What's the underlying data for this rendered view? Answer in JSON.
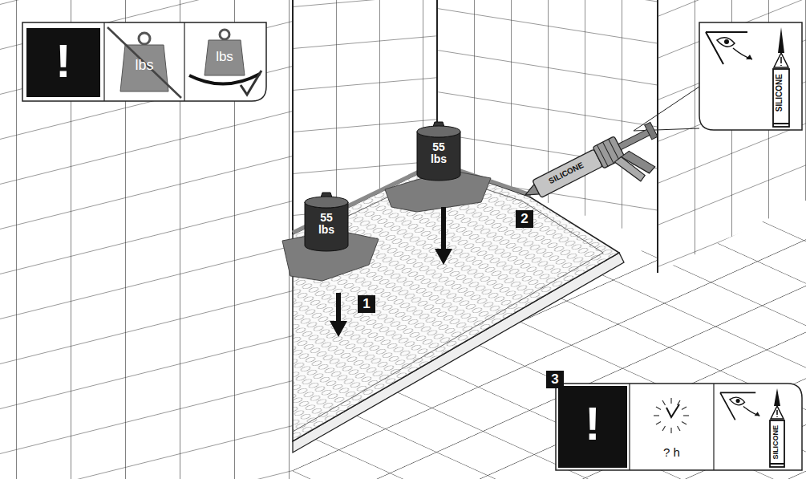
{
  "diagram": {
    "nodes": [
      {
        "text": [
          "!"
        ]
      },
      {
        "text": [
          "lbs"
        ]
      },
      {
        "text": [
          "lbs"
        ]
      },
      {
        "text": [
          "SILICONE"
        ]
      },
      {
        "text": [
          "55 lbs"
        ]
      },
      {
        "text": [
          "55 lbs"
        ]
      },
      {
        "text": [
          "!"
        ]
      },
      {
        "text": [
          "? h"
        ]
      },
      {
        "text": [
          "SILICONE"
        ]
      }
    ],
    "labels": [
      "SILICONE",
      "1",
      "2",
      "3"
    ]
  }
}
